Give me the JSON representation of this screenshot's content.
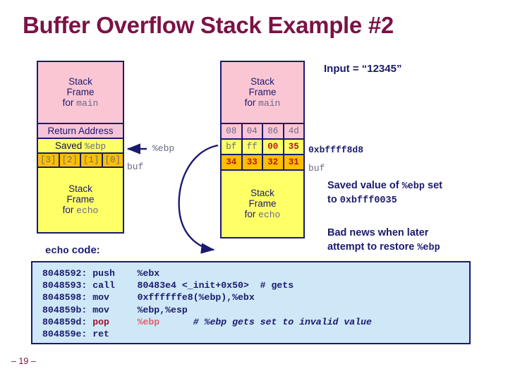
{
  "slide": {
    "title": "Buffer Overflow Stack Example #2",
    "page_number": "– 19 –",
    "title_color": "#7b1246",
    "accent_navy": "#1a1a6e",
    "accent_red": "#b51a1a"
  },
  "left_diagram": {
    "name": "before-overflow-stack",
    "frames": {
      "main_line1": "Stack",
      "main_line2": "Frame",
      "main_line3_prefix": "for ",
      "main_line3_mono": "main",
      "return_address": "Return Address",
      "saved_prefix": "Saved ",
      "saved_mono": "%ebp",
      "echo_line1": "Stack",
      "echo_line2": "Frame",
      "echo_line3_prefix": "for ",
      "echo_line3_mono": "echo"
    },
    "buf_cells": [
      "[3]",
      "[2]",
      "[1]",
      "[0]"
    ],
    "buf_label": "buf",
    "ebp_pointer_label": "%ebp"
  },
  "middle_diagram": {
    "name": "after-overflow-stack",
    "frames": {
      "main_line1": "Stack",
      "main_line2": "Frame",
      "main_line3_prefix": "for ",
      "main_line3_mono": "main",
      "echo_line1": "Stack",
      "echo_line2": "Frame",
      "echo_line3_prefix": "for ",
      "echo_line3_mono": "echo"
    },
    "byte_rows": [
      {
        "bg": "pink",
        "cells": [
          {
            "text": "08",
            "style": "gray"
          },
          {
            "text": "04",
            "style": "gray"
          },
          {
            "text": "86",
            "style": "gray"
          },
          {
            "text": "4d",
            "style": "gray"
          }
        ]
      },
      {
        "bg": "yellow",
        "cells": [
          {
            "text": "bf",
            "style": "gray"
          },
          {
            "text": "ff",
            "style": "gray"
          },
          {
            "text": "00",
            "style": "red"
          },
          {
            "text": "35",
            "style": "red"
          }
        ]
      },
      {
        "bg": "orange",
        "cells": [
          {
            "text": "34",
            "style": "red"
          },
          {
            "text": "33",
            "style": "red"
          },
          {
            "text": "32",
            "style": "red"
          },
          {
            "text": "31",
            "style": "red"
          }
        ]
      }
    ],
    "address_label": "0xbffff8d8",
    "buf_label": "buf"
  },
  "annotations": {
    "input": "Input = “12345”",
    "saved_value_line1_a": "Saved value of ",
    "saved_value_line1_mono": "%ebp",
    "saved_value_line1_b": " set",
    "saved_value_line2_a": "to ",
    "saved_value_line2_mono": "0xbfff0035",
    "bad_news_line1": "Bad news when later",
    "bad_news_line2_a": "attempt to restore  ",
    "bad_news_line2_mono": "%ebp"
  },
  "code": {
    "caption_mono": "echo",
    "caption_rest": " code:",
    "lines": [
      {
        "addr": "8048592:",
        "op": "push",
        "args": "%ebx",
        "comment": "",
        "highlight": false
      },
      {
        "addr": "8048593:",
        "op": "call",
        "args": "80483e4 <_init+0x50>",
        "comment": "# gets",
        "highlight": false
      },
      {
        "addr": "8048598:",
        "op": "mov",
        "args": "0xffffffe8(%ebp),%ebx",
        "comment": "",
        "highlight": false
      },
      {
        "addr": "804859b:",
        "op": "mov",
        "args": "%ebp,%esp",
        "comment": "",
        "highlight": false
      },
      {
        "addr": "804859d:",
        "op": "pop",
        "args": "%ebp",
        "comment": "# %ebp gets set to invalid value",
        "highlight": true
      },
      {
        "addr": "804859e:",
        "op": "ret",
        "args": "",
        "comment": "",
        "highlight": false
      }
    ]
  }
}
